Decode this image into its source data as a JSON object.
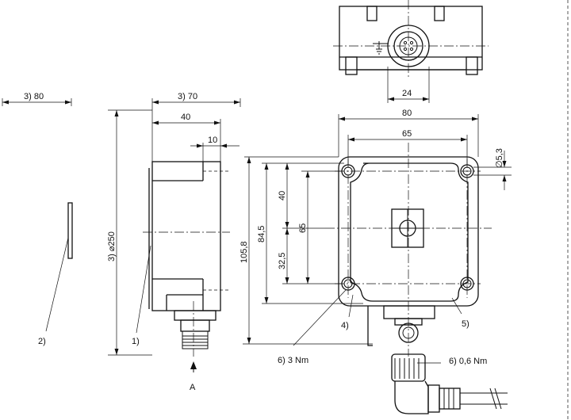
{
  "dimensions": {
    "side_width_80": "3) 80",
    "side_depth_70": "3) 70",
    "side_depth_40": "40",
    "side_depth_10": "10",
    "diameter_250": "3) ⌀250",
    "top_24": "24",
    "front_width_80": "80",
    "front_hole_spacing_65": "65",
    "front_hole_dia": "∅5,3",
    "front_40": "40",
    "front_65_vertical": "65",
    "front_32_5": "32,5",
    "front_84_5": "84,5",
    "front_105_8": "105,8"
  },
  "callouts": {
    "c1": "1)",
    "c2": "2)",
    "c4": "4)",
    "c5": "5)",
    "torque_housing": "6)   3 Nm",
    "torque_connector": "6)   0,6 Nm",
    "view_arrow": "A"
  }
}
